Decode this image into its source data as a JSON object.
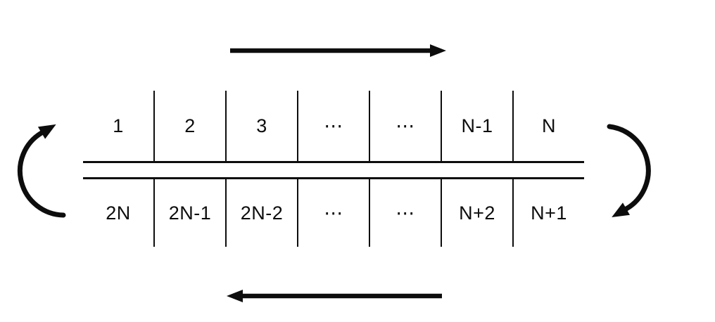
{
  "diagram": {
    "background_color": "#ffffff",
    "ink_color": "#0d0d0d",
    "table": {
      "top_row": {
        "cells": [
          "1",
          "2",
          "3",
          "⋯",
          "⋯",
          "N-1",
          "N"
        ]
      },
      "bottom_row": {
        "cells": [
          "2N",
          "2N-1",
          "2N-2",
          "⋯",
          "⋯",
          "N+2",
          "N+1"
        ]
      }
    },
    "arrows": {
      "top": "right-arrow",
      "bottom": "left-arrow",
      "left": "curved-wrap-arrow-up",
      "right": "curved-wrap-arrow-down"
    }
  }
}
